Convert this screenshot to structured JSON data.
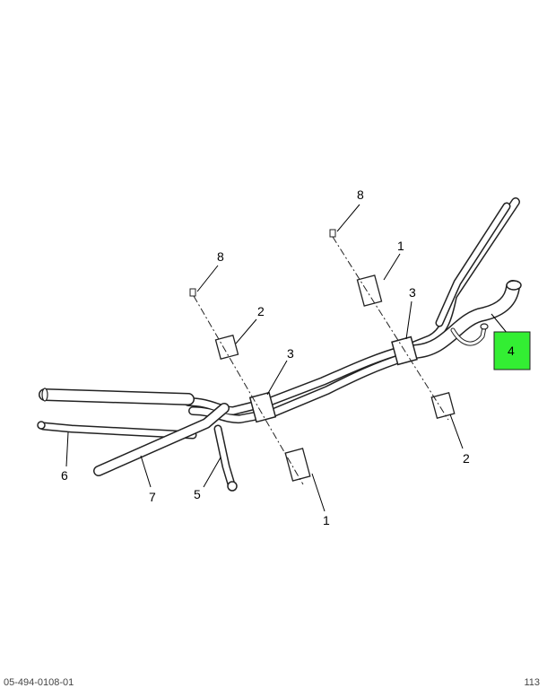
{
  "callouts": {
    "c1a": "1",
    "c1b": "1",
    "c2a": "2",
    "c2b": "2",
    "c3a": "3",
    "c3b": "3",
    "c4": "4",
    "c5": "5",
    "c6": "6",
    "c7": "7",
    "c8a": "8",
    "c8b": "8"
  },
  "highlight_color": "#33ee33",
  "footer": {
    "left": "05-494-0108-01",
    "right": "113"
  }
}
